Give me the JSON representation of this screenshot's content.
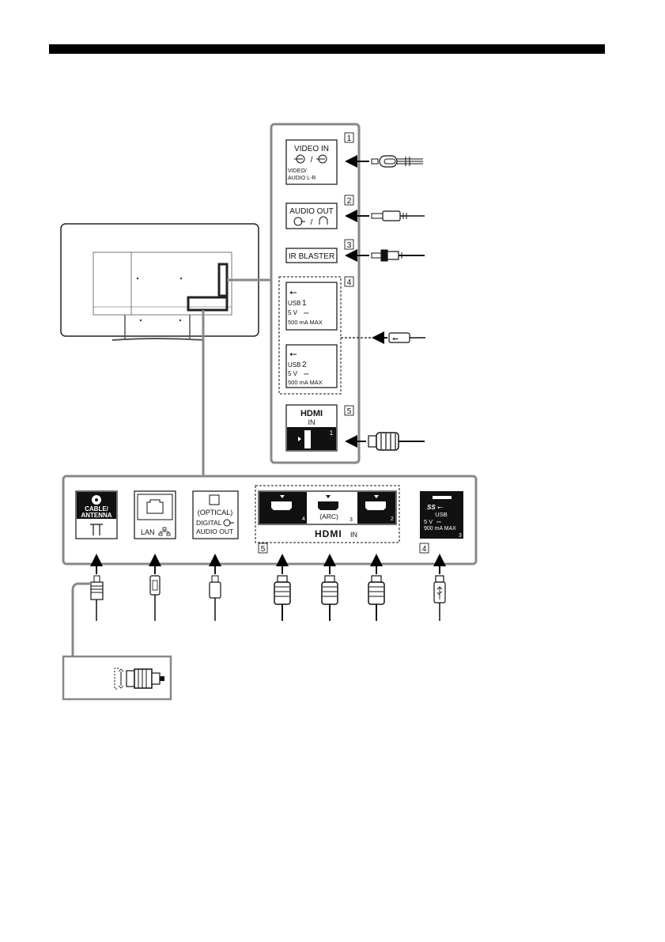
{
  "side_panel": {
    "numbers": [
      "1",
      "2",
      "3",
      "4",
      "5"
    ],
    "video_in": {
      "title": "VIDEO IN",
      "sub": "VIDEO/",
      "sub2": "AUDIO L-R"
    },
    "audio_out": {
      "title": "AUDIO OUT"
    },
    "ir_blaster": {
      "title": "IR BLASTER"
    },
    "usb1": {
      "label": "USB",
      "num": "1",
      "volt": "5 V",
      "amp": "500 mA MAX"
    },
    "usb2": {
      "label": "USB",
      "num": "2",
      "volt": "5 V",
      "amp": "500 mA MAX"
    },
    "hdmi1": {
      "logo": "HDMI",
      "in": "IN",
      "num": "1"
    }
  },
  "bottom_panel": {
    "cable_antenna": {
      "line1": "CABLE/",
      "line2": "ANTENNA"
    },
    "lan": {
      "label": "LAN"
    },
    "optical": {
      "line1": "(OPTICAL)",
      "line2": "DIGITAL",
      "line3": "AUDIO OUT"
    },
    "hdmi": {
      "port4": "4",
      "arc": "(ARC)",
      "port3": "3",
      "port2": "2",
      "logo": "HDMI",
      "in": "IN",
      "group_num": "5"
    },
    "usb3": {
      "ss": "SS",
      "label": "USB",
      "volt": "5 V",
      "amp": "900 mA MAX",
      "num": "3",
      "group_num": "4"
    }
  }
}
